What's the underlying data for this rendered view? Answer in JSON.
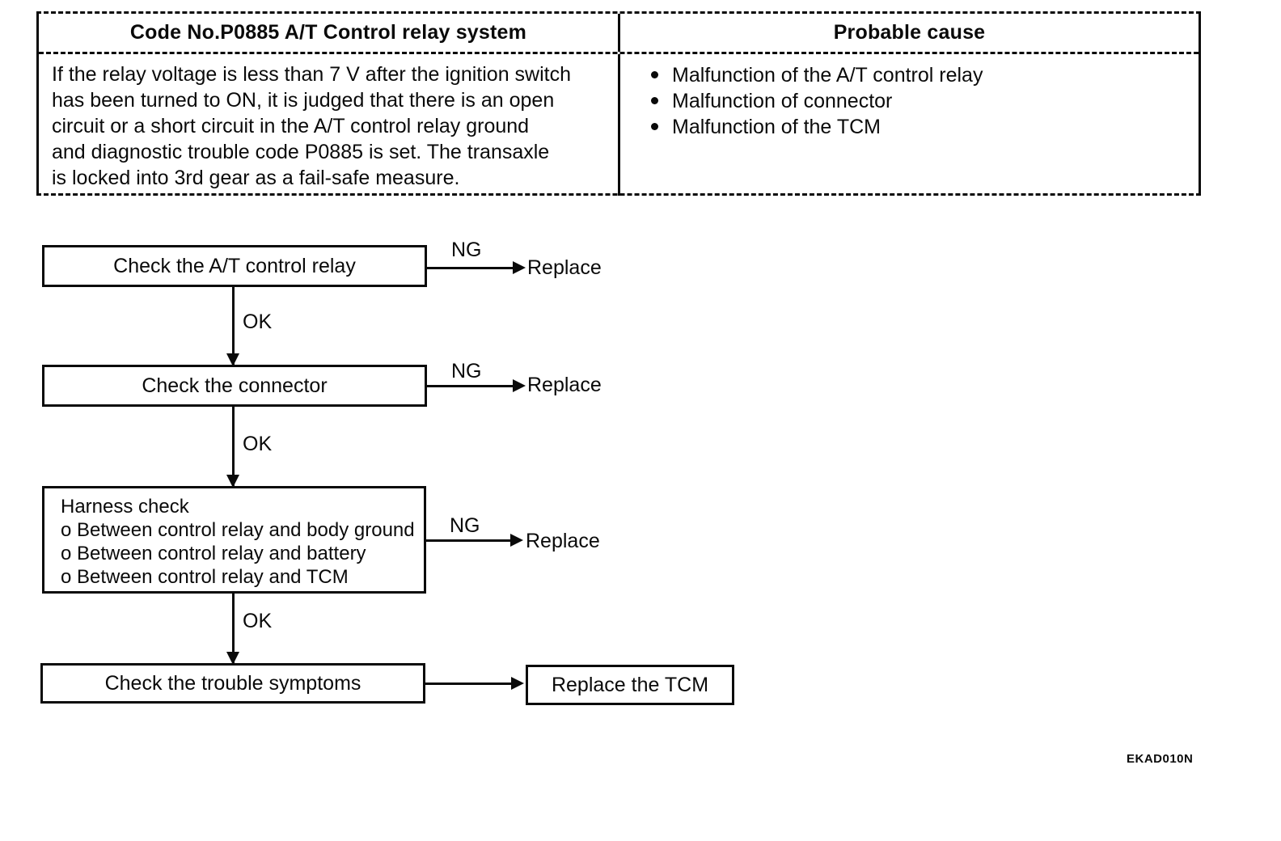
{
  "table": {
    "header_left": "Code No.P0885 A/T Control relay system",
    "header_right": "Probable cause",
    "description_lines": [
      "If the relay voltage is less than 7 V after the ignition switch",
      "has been turned to ON, it is judged that there is an open",
      "circuit or a short circuit in the A/T control relay ground",
      "and diagnostic trouble code P0885 is set.  The transaxle",
      "is locked into 3rd gear as a fail-safe measure."
    ],
    "causes": [
      "Malfunction of the A/T control relay",
      "Malfunction of connector",
      "Malfunction of the TCM"
    ]
  },
  "flowchart": {
    "step1": {
      "label": "Check the A/T control relay",
      "branch": "NG",
      "branch_result": "Replace",
      "next": "OK"
    },
    "step2": {
      "label": "Check the connector",
      "branch": "NG",
      "branch_result": "Replace",
      "next": "OK"
    },
    "step3": {
      "title": "Harness check",
      "items": [
        "o Between control relay and body ground",
        "o Between control relay and battery",
        "o Between control relay and TCM"
      ],
      "branch": "NG",
      "branch_result": "Replace",
      "next": "OK"
    },
    "step4": {
      "label": "Check the trouble symptoms",
      "result": "Replace the TCM"
    }
  },
  "footer": {
    "doc_code": "EKAD010N"
  }
}
